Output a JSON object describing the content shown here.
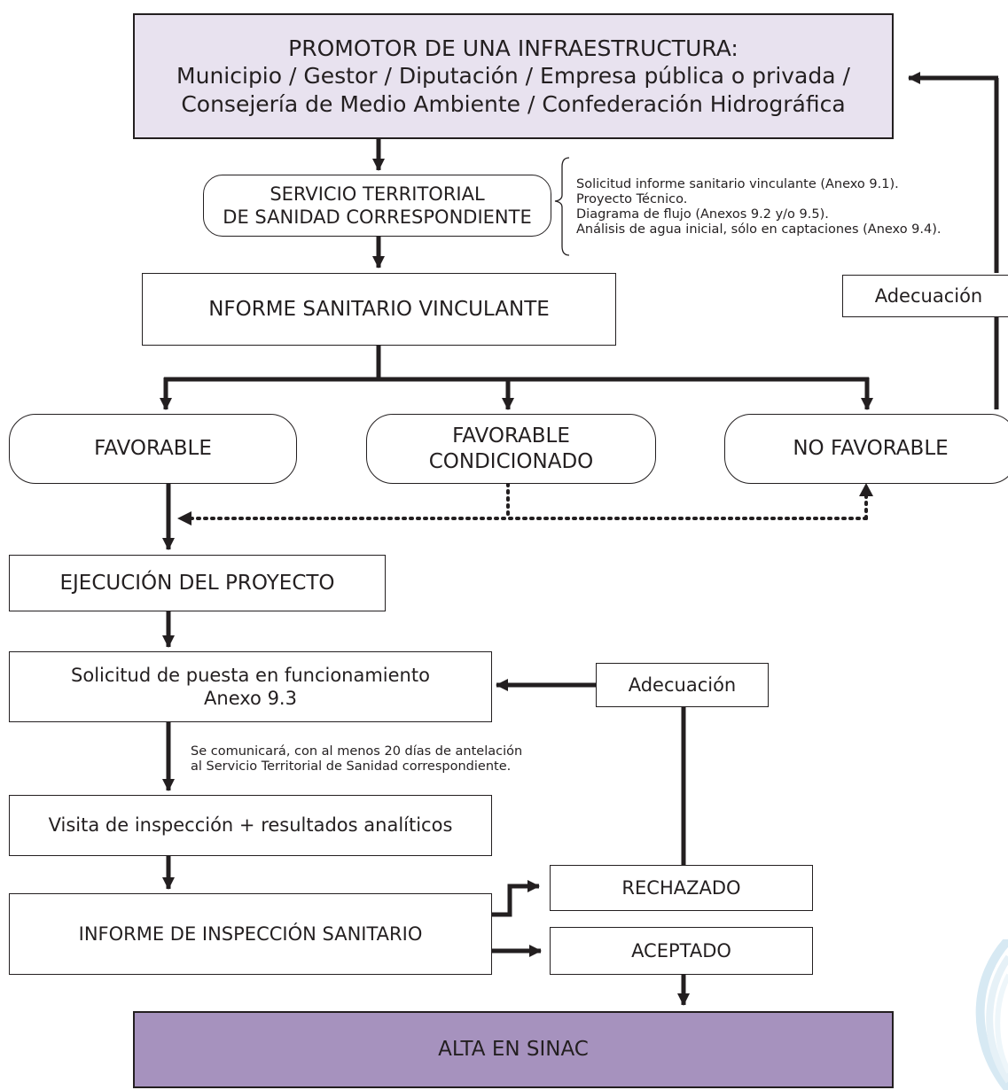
{
  "promoter": {
    "title": "PROMOTOR DE UNA INFRAESTRUCTURA:",
    "line2": "Municipio / Gestor / Diputación / Empresa pública o privada /",
    "line3": "Consejería de Medio Ambiente / Confederación Hidrográfica"
  },
  "servicio": {
    "line1": "SERVICIO TERRITORIAL",
    "line2": "DE SANIDAD CORRESPONDIENTE"
  },
  "requirements": [
    "Solicitud informe sanitario vinculante (Anexo 9.1).",
    "Proyecto Técnico.",
    "Diagrama de flujo (Anexos 9.2 y/o 9.5).",
    "Análisis de agua inicial, sólo en captaciones (Anexo 9.4)."
  ],
  "informe_vinculante": "NFORME SANITARIO VINCULANTE",
  "adecuacion_top": "Adecuación",
  "outcomes": {
    "favorable": "FAVORABLE",
    "condicionado_line1": "FAVORABLE",
    "condicionado_line2": "CONDICIONADO",
    "no_favorable": "NO FAVORABLE"
  },
  "ejecucion": "EJECUCIÓN DEL PROYECTO",
  "solicitud": {
    "line1": "Solicitud de puesta en funcionamiento",
    "line2": "Anexo 9.3"
  },
  "adecuacion_mid": "Adecuación",
  "comunicacion_note": {
    "line1": "Se comunicará, con al menos 20 días de antelación",
    "line2": "al Servicio Territorial de Sanidad correspondiente."
  },
  "visita": "Visita de inspección + resultados analíticos",
  "rechazado": "RECHAZADO",
  "informe_inspeccion": "INFORME DE INSPECCIÓN SANITARIO",
  "aceptado": "ACEPTADO",
  "alta": "ALTA EN SINAC",
  "colors": {
    "promoter_fill": "#e8e2ef",
    "alta_fill": "#a692be",
    "line": "#231f20"
  }
}
